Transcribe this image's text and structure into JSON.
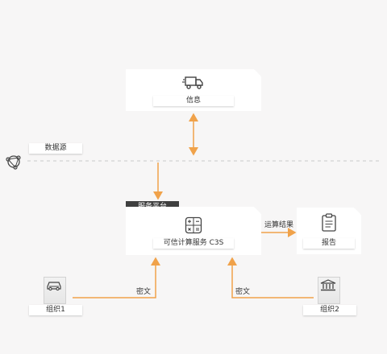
{
  "nodes": {
    "info": {
      "label": "信息",
      "icon": "truck-icon"
    },
    "datasource": {
      "label": "数据源",
      "icon": "network-globe-icon"
    },
    "platform": {
      "tag": "服务平台",
      "label": "可信计算服务 C3S",
      "icon": "calculator-icon"
    },
    "report": {
      "label": "报告",
      "icon": "clipboard-icon"
    },
    "org1": {
      "label": "组织1",
      "icon": "car-icon"
    },
    "org2": {
      "label": "组织2",
      "icon": "bank-icon"
    }
  },
  "edges": {
    "result": "运算结果",
    "cipher_left": "密文",
    "cipher_right": "密文"
  },
  "colors": {
    "accent": "#f0a24a",
    "dashed": "#c8c8c8",
    "tag": "#3f3f3f"
  }
}
